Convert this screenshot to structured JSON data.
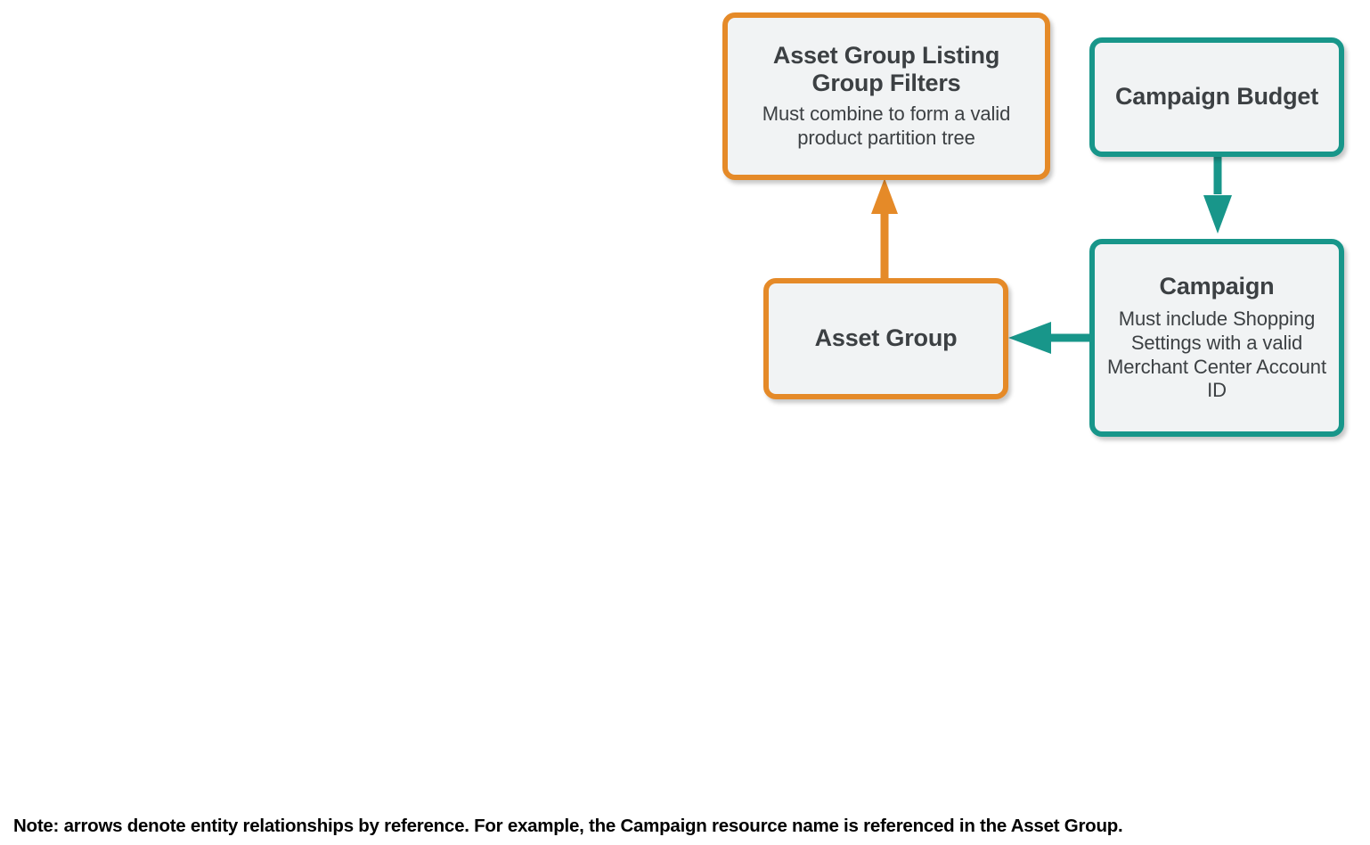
{
  "diagram": {
    "type": "entity-relationship",
    "colors": {
      "orange": "#E58A28",
      "teal": "#18968A",
      "node_fill": "#F1F3F4",
      "text": "#3C4043",
      "footnote_text": "#000000",
      "background": "#FFFFFF"
    },
    "nodes": [
      {
        "id": "asset-group-listing-group-filters",
        "title": "Asset Group Listing Group Filters",
        "description": "Must combine to form a valid product partition tree",
        "color": "orange"
      },
      {
        "id": "campaign-budget",
        "title": "Campaign Budget",
        "description": "",
        "color": "teal"
      },
      {
        "id": "asset-group",
        "title": "Asset Group",
        "description": "",
        "color": "orange"
      },
      {
        "id": "campaign",
        "title": "Campaign",
        "description": "Must include Shopping Settings with a valid Merchant Center Account ID",
        "color": "teal"
      }
    ],
    "edges": [
      {
        "id": "asset-group-to-listing-group-filters",
        "from": "asset-group",
        "to": "asset-group-listing-group-filters",
        "direction": "up",
        "color": "orange"
      },
      {
        "id": "campaign-budget-to-campaign",
        "from": "campaign-budget",
        "to": "campaign",
        "direction": "down",
        "color": "teal"
      },
      {
        "id": "campaign-to-asset-group",
        "from": "campaign",
        "to": "asset-group",
        "direction": "left",
        "color": "teal"
      }
    ],
    "footnote": "Note: arrows denote entity relationships by reference. For example, the Campaign resource name is referenced in the Asset Group."
  }
}
